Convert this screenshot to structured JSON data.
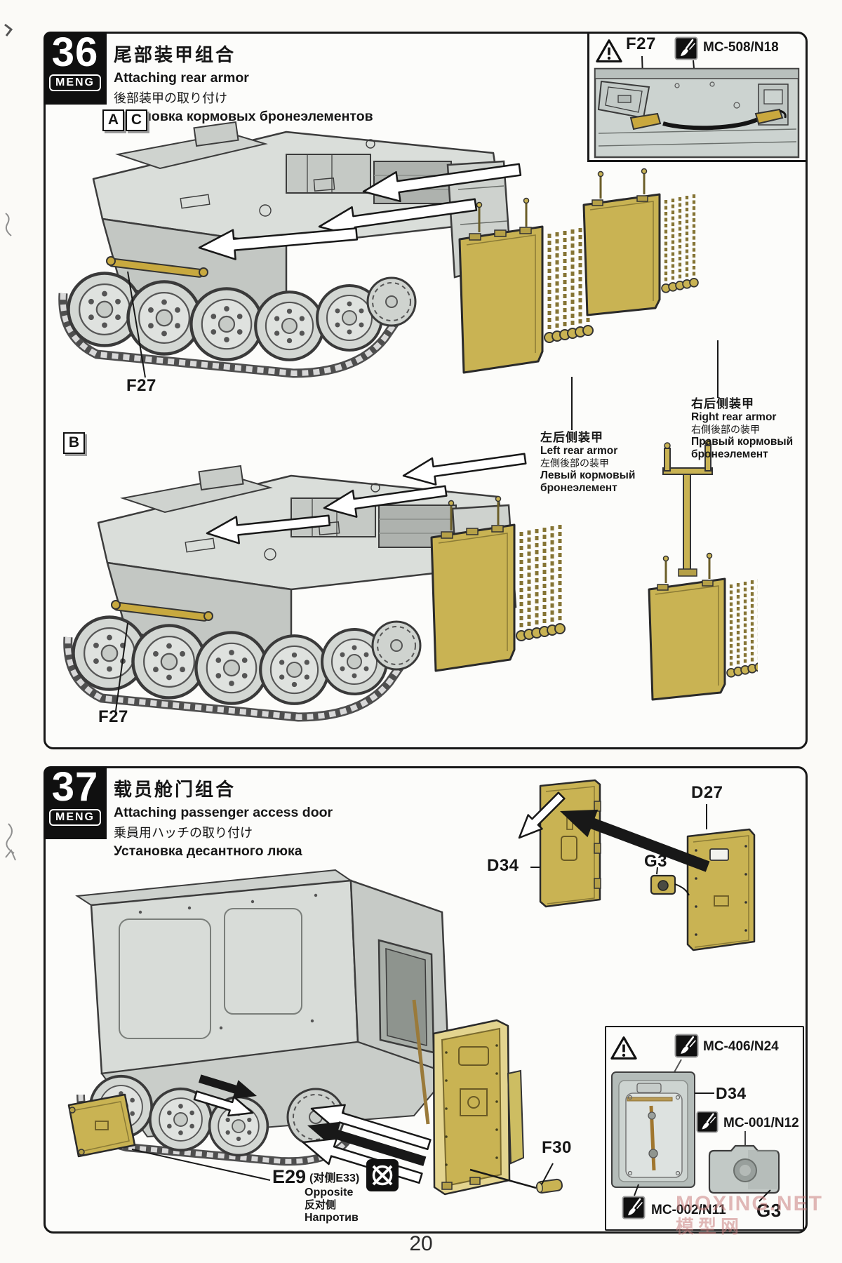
{
  "page": {
    "number": "20"
  },
  "watermark": {
    "line1": "MOXING.NET",
    "line2": "模型网"
  },
  "colors": {
    "part_yellow": "#c9b353",
    "line_black": "#1a1a1a",
    "art_gray": "#d6dad6",
    "watermark_pink": "#c97d7d"
  },
  "icons": {
    "warning": "warning-triangle",
    "paint": "paint-brush",
    "no_cement": "no-cement-circle-x"
  },
  "step36": {
    "number": "36",
    "brand": "MENG",
    "title": {
      "zh": "尾部装甲组合",
      "en": "Attaching rear armor",
      "ja": "後部装甲の取り付け",
      "ru": "Установка кормовых бронеэлементов"
    },
    "sections": {
      "a": "A",
      "c": "C",
      "b": "B"
    },
    "parts": {
      "f27_ac": "F27",
      "f27_b": "F27"
    },
    "inset": {
      "part": "F27",
      "paint": "MC-508/N18"
    },
    "left_armor": {
      "zh": "左后侧装甲",
      "en": "Left rear armor",
      "ja": "左側後部の装甲",
      "ru_line1": "Левый кормовый",
      "ru_line2": "бронеэлемент"
    },
    "right_armor": {
      "zh": "右后侧装甲",
      "en": "Right rear armor",
      "ja": "右側後部の装甲",
      "ru_line1": "Правый кормовый",
      "ru_line2": "бронеэлемент"
    }
  },
  "step37": {
    "number": "37",
    "brand": "MENG",
    "title": {
      "zh": "载员舱门组合",
      "en": "Attaching passenger access door",
      "ja": "乗員用ハッチの取り付け",
      "ru": "Установка десантного люка"
    },
    "parts": {
      "d34": "D34",
      "g3": "G3",
      "d27": "D27",
      "f30": "F30"
    },
    "e29": {
      "part": "E29",
      "note": "(对侧E33)",
      "en": "Opposite",
      "zh": "反对侧",
      "ru": "Напротив"
    },
    "detail": {
      "paint_top": "MC-406/N24",
      "d34": "D34",
      "paint_mid": "MC-001/N12",
      "paint_bottom": "MC-002/N11",
      "g3": "G3"
    }
  }
}
